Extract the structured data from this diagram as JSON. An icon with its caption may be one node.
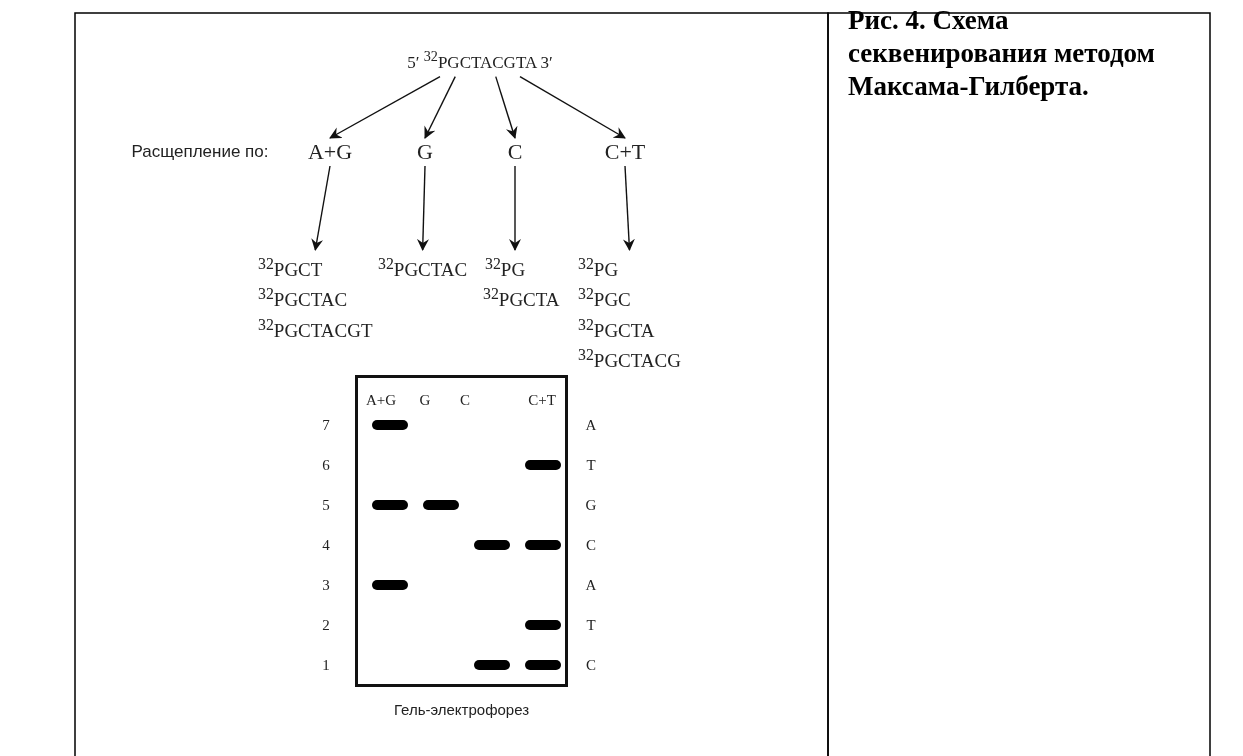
{
  "diagram": {
    "caption": "Рис. 4. Схема секвенирования методом Максама-Гилберта.",
    "nodes": [
      {
        "text": [
          "5′ $^{32}$PGCTACGTA 3′"
        ]
      },
      {
        "text": [
          "A+G"
        ]
      },
      {
        "text": [
          "G"
        ]
      },
      {
        "text": [
          "C"
        ]
      },
      {
        "text": [
          "C+T"
        ]
      },
      {
        "text": [
          "$^{32}$PGCT",
          "$^{32}$PGCTAC",
          "$^{32}$PGCTACGT"
        ]
      },
      {
        "text": [
          "$^{32}$PGCTAC"
        ]
      },
      {
        "text": [
          "$^{32}$PG",
          "$^{32}$PGCTA"
        ]
      },
      {
        "text": [
          "$^{32}$PG",
          "$^{32}$PGC",
          "$^{32}$PGCTA",
          "$^{32}$PGCTACG"
        ]
      },
      {
        "text": [
          "Гель-электрофорез"
        ]
      }
    ],
    "edges": [
      {
        "from": 0,
        "to": 1,
        "arrow": "to"
      },
      {
        "from": 0,
        "to": 2,
        "arrow": "to"
      },
      {
        "from": 0,
        "to": 3,
        "arrow": "to"
      },
      {
        "from": 0,
        "to": 4,
        "arrow": "to"
      },
      {
        "from": 1,
        "to": 5,
        "arrow": "to"
      },
      {
        "from": 2,
        "to": 6,
        "arrow": "to"
      },
      {
        "from": 3,
        "to": 7,
        "arrow": "to"
      },
      {
        "from": 4,
        "to": 8,
        "arrow": "to"
      }
    ],
    "labels": [
      "Расщепление по:",
      "A+G",
      "G",
      "C",
      "C+T",
      "7",
      "A",
      "6",
      "T",
      "5",
      "G",
      "4",
      "C",
      "3",
      "A",
      "2",
      "T",
      "1",
      "C"
    ]
  }
}
